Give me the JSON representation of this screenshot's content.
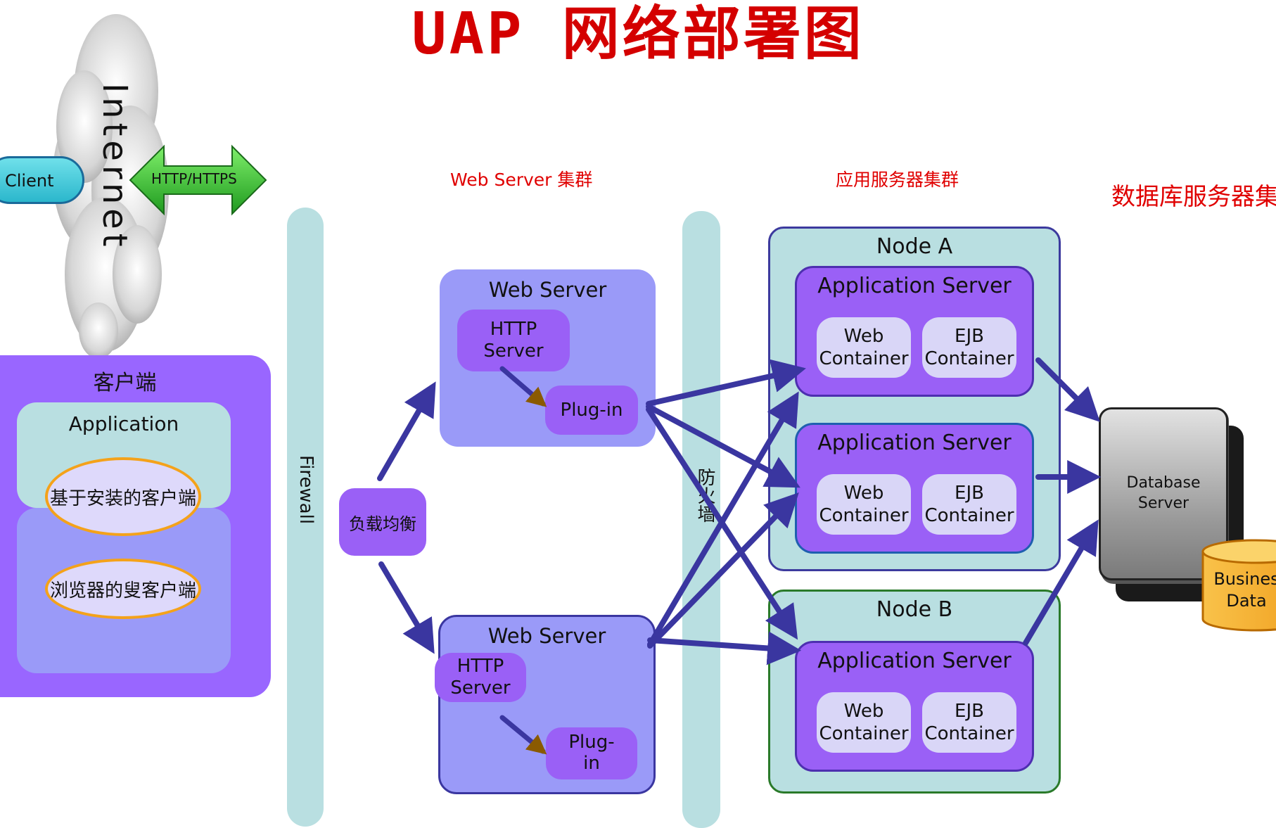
{
  "title": "UAP 网络部署图",
  "labels": {
    "web_cluster": "Web Server 集群",
    "app_cluster": "应用服务器集群",
    "db_cluster": "数据库服务器集群",
    "client": "Client",
    "internet": "Internet",
    "http": "HTTP/HTTPS",
    "client_region": "客户端",
    "application": "Application",
    "installed_client": "基于安装的客户端",
    "browser_client": "浏览器的叟客户端",
    "firewall1": "Firewall",
    "firewall2": "防火墙",
    "load_balancer": "负载均衡",
    "web_server": "Web Server",
    "http_server_l1": "HTTP",
    "http_server_l2": "Server",
    "plugin": "Plug-in",
    "plugin_l1": "Plug-",
    "plugin_l2": "in",
    "node_a": "Node A",
    "node_b": "Node B",
    "app_server": "Application Server",
    "web_l1": "Web",
    "ejb_l1": "EJB",
    "container": "Container",
    "db_l1": "Database",
    "db_l2": "Server",
    "biz_l1": "Busines",
    "biz_l2": "Data"
  },
  "colors": {
    "title": "#d40000",
    "cluster_label": "#e00000",
    "region_purple": "#9966ff",
    "panel_teal": "#b9dfe1",
    "panel_lavender": "#9a9af8",
    "app_server": "#9a60f6",
    "container": "#d9d6f7",
    "arrow": "#3a36a0",
    "http_arrow": "#2fb82a",
    "client_pill": "#3fc8d8",
    "oval_border": "#f4a21a",
    "db_cylinder": "#f7b52c"
  }
}
